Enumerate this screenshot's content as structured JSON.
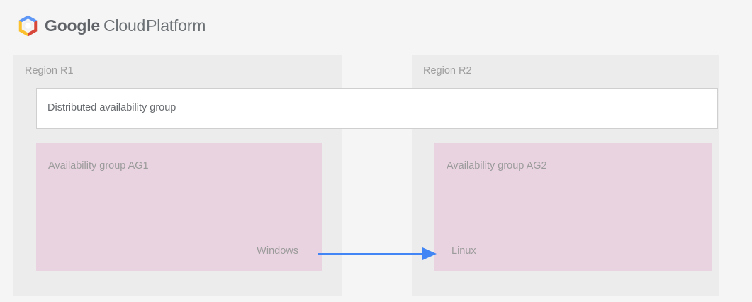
{
  "header": {
    "logo_icon": "google-cloud-platform-hexagon-logo-icon",
    "brand_word_1": "Google",
    "brand_word_2": "Cloud",
    "brand_word_3": "Platform",
    "brand_full": "Google Cloud Platform"
  },
  "diagram": {
    "regions": [
      {
        "label": "Region R1",
        "availability_group": {
          "title": "Availability group AG1",
          "os": "Windows"
        }
      },
      {
        "label": "Region R2",
        "availability_group": {
          "title": "Availability group AG2",
          "os": "Linux"
        }
      }
    ],
    "distributed_group": {
      "label": "Distributed availability group"
    },
    "arrow": {
      "icon": "right-arrow-icon",
      "direction": "left-to-right"
    }
  },
  "colors": {
    "page_background": "#ffffff",
    "header_background": "#f5f5f5",
    "diagram_background": "#f5f5f5",
    "region_panel": "#ececec",
    "availability_group": "#ead3e0",
    "distributed_group_fill": "#ffffff",
    "distributed_group_border": "#cfcfcf",
    "arrow": "#4285f4",
    "label_text": "#9e9e9e",
    "body_text": "#666a6e",
    "logo_blue": "#5e97f6",
    "logo_red": "#d7483a",
    "logo_yellow": "#fbc02d",
    "logo_center": "#ffffff"
  }
}
